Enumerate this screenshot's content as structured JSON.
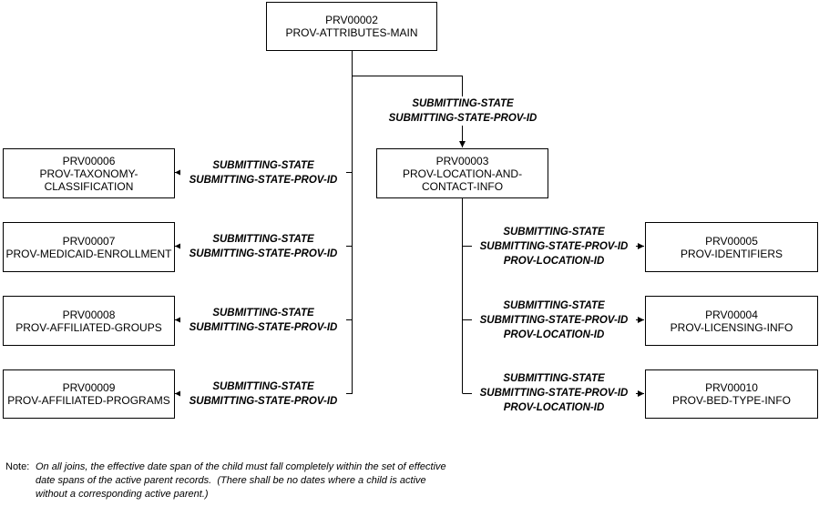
{
  "nodes": {
    "prv00002": {
      "id": "PRV00002",
      "name": "PROV-ATTRIBUTES-MAIN"
    },
    "prv00003": {
      "id": "PRV00003",
      "name_lines": [
        "PROV-LOCATION-AND-",
        "CONTACT-INFO"
      ]
    },
    "prv00006": {
      "id": "PRV00006",
      "name_lines": [
        "PROV-TAXONOMY-",
        "CLASSIFICATION"
      ]
    },
    "prv00007": {
      "id": "PRV00007",
      "name": "PROV-MEDICAID-ENROLLMENT"
    },
    "prv00008": {
      "id": "PRV00008",
      "name": "PROV-AFFILIATED-GROUPS"
    },
    "prv00009": {
      "id": "PRV00009",
      "name": "PROV-AFFILIATED-PROGRAMS"
    },
    "prv00005": {
      "id": "PRV00005",
      "name": "PROV-IDENTIFIERS"
    },
    "prv00004": {
      "id": "PRV00004",
      "name": "PROV-LICENSING-INFO"
    },
    "prv00010": {
      "id": "PRV00010",
      "name": "PROV-BED-TYPE-INFO"
    }
  },
  "join_labels": {
    "main_to_location": [
      "SUBMITTING-STATE",
      "SUBMITTING-STATE-PROV-ID"
    ],
    "main_to_taxonomy": [
      "SUBMITTING-STATE",
      "SUBMITTING-STATE-PROV-ID"
    ],
    "main_to_medicaid": [
      "SUBMITTING-STATE",
      "SUBMITTING-STATE-PROV-ID"
    ],
    "main_to_groups": [
      "SUBMITTING-STATE",
      "SUBMITTING-STATE-PROV-ID"
    ],
    "main_to_programs": [
      "SUBMITTING-STATE",
      "SUBMITTING-STATE-PROV-ID"
    ],
    "location_to_identifiers": [
      "SUBMITTING-STATE",
      "SUBMITTING-STATE-PROV-ID",
      "PROV-LOCATION-ID"
    ],
    "location_to_licensing": [
      "SUBMITTING-STATE",
      "SUBMITTING-STATE-PROV-ID",
      "PROV-LOCATION-ID"
    ],
    "location_to_bedtype": [
      "SUBMITTING-STATE",
      "SUBMITTING-STATE-PROV-ID",
      "PROV-LOCATION-ID"
    ]
  },
  "note": {
    "prefix": "Note:",
    "lines": [
      "On all joins, the effective date span of the child must fall completely within the set of effective",
      "date spans of the active parent records.  (There shall be no dates where a child is active",
      "without a corresponding active parent.)"
    ]
  }
}
